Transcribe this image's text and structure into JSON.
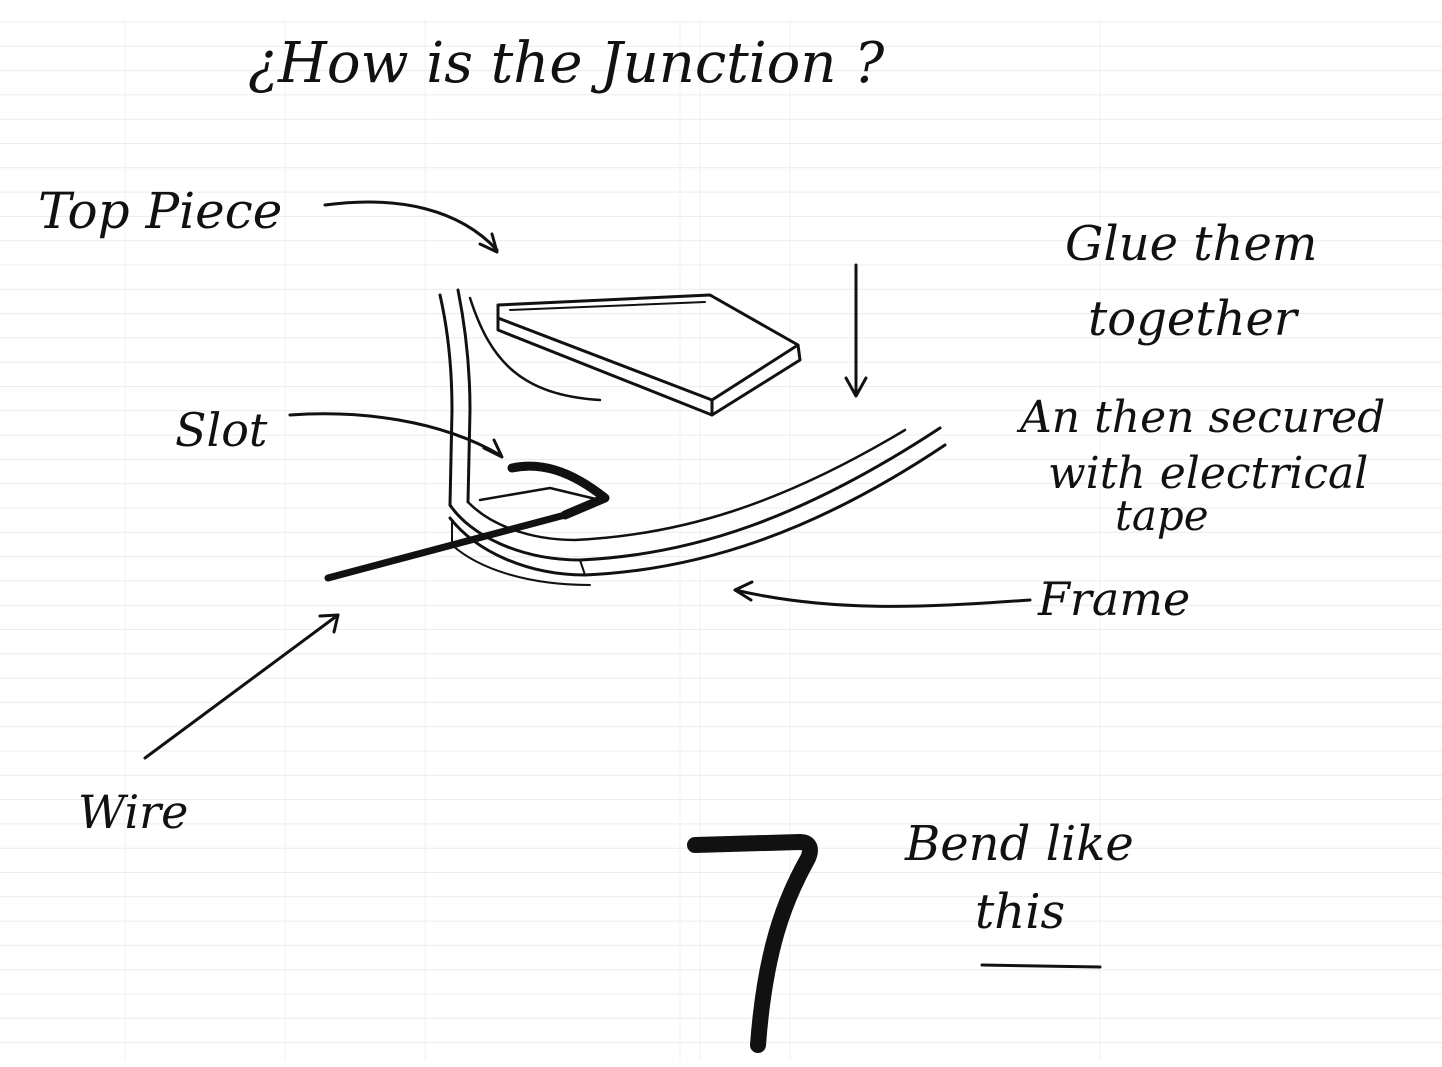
{
  "labels": {
    "question": "¿How is the Junction ?",
    "top_piece": "Top Piece",
    "glue_line1": "Glue them",
    "glue_line2": "together",
    "secured_line1": "An then secured",
    "secured_line2": "with electrical",
    "secured_line3": "tape",
    "slot": "Slot",
    "frame": "Frame",
    "wire": "Wire",
    "bend_line1": "Bend like",
    "bend_line2": "this"
  },
  "colors": {
    "ink": "#111111",
    "background_paper": "#ffffff",
    "background_table_lines": "#ececec"
  }
}
